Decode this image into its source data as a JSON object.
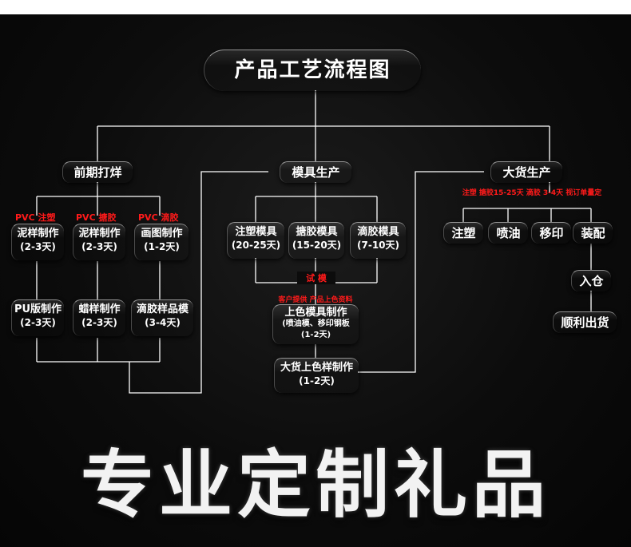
{
  "title": "产品工艺流程图",
  "slogan": "专业定制礼品",
  "categories": {
    "early": "前期打烊",
    "mold": "模具生产",
    "mass": "大货生产"
  },
  "early": {
    "tag_pvc1": "PVC",
    "tag_1": "注塑",
    "tag_pvc2": "PVC",
    "tag_2": "搪胶",
    "tag_pvc3": "PVC",
    "tag_3": "滴胶",
    "n1": {
      "a": "泥样制作",
      "b": "(2-3天)"
    },
    "n2": {
      "a": "泥样制作",
      "b": "(2-3天)"
    },
    "n3": {
      "a": "画图制作",
      "b": "(1-2天)"
    },
    "n4": {
      "a": "PU版制作",
      "b": "(2-3天)"
    },
    "n5": {
      "a": "蜡样制作",
      "b": "(2-3天)"
    },
    "n6": {
      "a": "滴胶样品模",
      "b": "(3-4天)"
    }
  },
  "mold": {
    "n1": {
      "a": "注塑模具",
      "b": "(20-25天)"
    },
    "n2": {
      "a": "搪胶模具",
      "b": "(15-20天)"
    },
    "n3": {
      "a": "滴胶模具",
      "b": "(7-10天)"
    },
    "trial": "试  模",
    "customer_note": "客户提供 产品上色资料",
    "color_mold": {
      "a": "上色模具制作",
      "b": "(喷油模、移印钢板",
      "c": "(1-2天)"
    },
    "sample": {
      "a": "大货上色样制作",
      "b": "(1-2天)"
    }
  },
  "mass": {
    "note": "注塑 搪胶15-25天 滴胶 3-4天 视订单量定",
    "steps": [
      "注塑",
      "喷油",
      "移印",
      "装配"
    ],
    "store": "入仓",
    "ship": "顺利出货"
  },
  "colors": {
    "accent_red": "#ff1a1a",
    "line": "#ffffff",
    "background": "#0c0c0c"
  }
}
